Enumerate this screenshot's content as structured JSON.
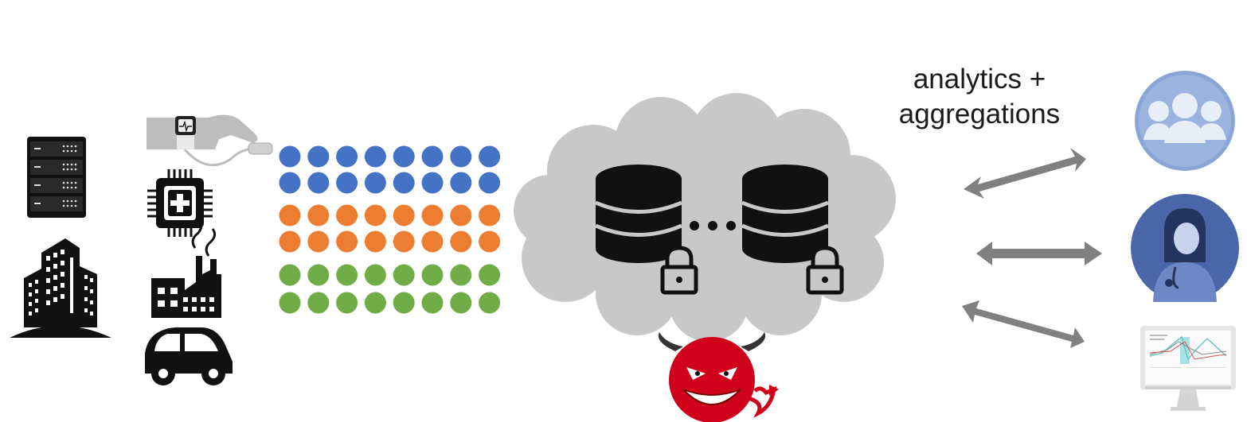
{
  "caption": {
    "line1": "analytics +",
    "line2": "aggregations"
  },
  "sources": [
    {
      "name": "server-rack-icon"
    },
    {
      "name": "city-buildings-icon"
    },
    {
      "name": "wearable-watch-icon"
    },
    {
      "name": "medical-chip-icon"
    },
    {
      "name": "factory-icon"
    },
    {
      "name": "car-icon"
    }
  ],
  "data_points": {
    "columns": 8,
    "groups": [
      {
        "color": "#4472c4",
        "rows": 2
      },
      {
        "color": "#ed7d31",
        "rows": 2
      },
      {
        "color": "#70ad47",
        "rows": 2
      }
    ]
  },
  "cloud": {
    "color": "#c8c8c8",
    "databases": 2,
    "ellipsis": "..."
  },
  "adversary": {
    "name": "devil-icon",
    "color": "#d0021b"
  },
  "consumers": [
    {
      "name": "users-group-icon",
      "color": "#8aa6d6"
    },
    {
      "name": "doctor-icon",
      "color": "#4a66a8"
    },
    {
      "name": "dashboard-monitor-icon",
      "color": "#e8e8e8"
    }
  ],
  "arrow_color": "#808080"
}
